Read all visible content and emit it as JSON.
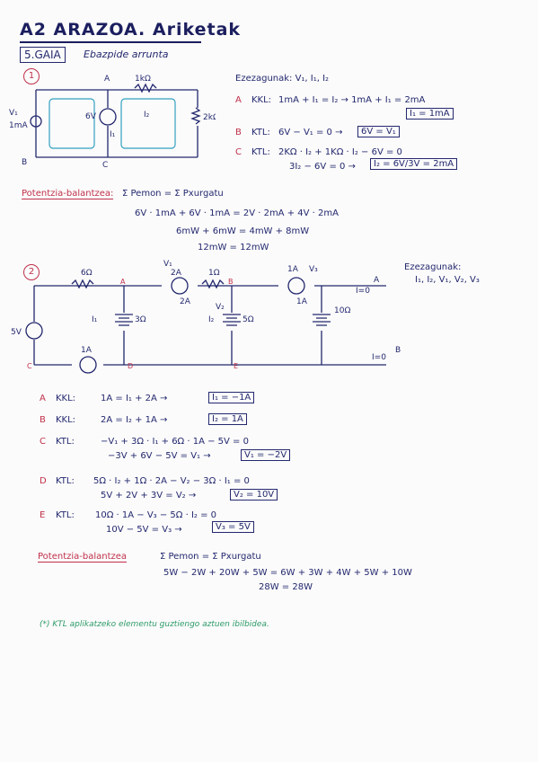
{
  "title": "A2 ARAZOA. Ariketak",
  "gaia": "5.GAIA",
  "subtitle": "Ebazpide arrunta",
  "p1": {
    "num": "1",
    "labels": {
      "nodeA": "A",
      "nodeB": "B",
      "nodeC": "C",
      "r1": "1kΩ",
      "r2": "2kΩ",
      "src": "6V",
      "i1": "I₁",
      "i2": "I₂",
      "v1": "V₁",
      "cur": "1mA"
    },
    "unknowns": "Ezezagunak: V₁, I₁, I₂",
    "eqA_node": "A",
    "eqA_type": "KKL:",
    "eqA": "1mA + I₁ = I₂  →  1mA + I₁ = 2mA",
    "eqA_res": "I₁ = 1mA",
    "eqB_node": "B",
    "eqB_type": "KTL:",
    "eqB": "6V − V₁ = 0  →",
    "eqB_res": "6V = V₁",
    "eqC_node": "C",
    "eqC_type": "KTL:",
    "eqC": "2KΩ · I₂ + 1KΩ · I₂ − 6V = 0",
    "eqC2": "3I₂ − 6V = 0  →",
    "eqC_res": "I₂ = 6V/3V = 2mA",
    "power_title": "Potentzia-balantzea:",
    "power_eq": "Σ Pemon = Σ Pxurgatu",
    "power1": "6V · 1mA + 6V · 1mA = 2V · 2mA + 4V · 2mA",
    "power2": "6mW + 6mW = 4mW + 8mW",
    "power3": "12mW = 12mW"
  },
  "p2": {
    "num": "2",
    "labels": {
      "r6": "6Ω",
      "r1": "1Ω",
      "r3": "3Ω",
      "r5": "5Ω",
      "r10": "10Ω",
      "src": "5V",
      "cs2a": "2A",
      "cs1a": "1A",
      "cs1b": "1A",
      "v1": "V₁",
      "v2": "V₂",
      "v3": "V₃",
      "i1": "I₁",
      "i2": "I₂",
      "a": "A",
      "b": "B",
      "i0a": "I=0",
      "i0b": "I=0",
      "nA": "A",
      "nB": "B",
      "nC": "C",
      "nD": "D",
      "nE": "E",
      "w2a": "2A",
      "w1a": "1A"
    },
    "unknowns_title": "Ezezagunak:",
    "unknowns": "I₁, I₂, V₁, V₂, V₃",
    "eqs": [
      {
        "node": "A",
        "type": "KKL:",
        "eq": "1A = I₁ + 2A  →",
        "res": "I₁ = −1A"
      },
      {
        "node": "B",
        "type": "KKL:",
        "eq": "2A = I₂ + 1A  →",
        "res": "I₂ = 1A"
      },
      {
        "node": "C",
        "type": "KTL:",
        "eq": "−V₁ + 3Ω · I₁ + 6Ω · 1A − 5V = 0",
        "eq2": "−3V + 6V − 5V = V₁  →",
        "res": "V₁ = −2V"
      },
      {
        "node": "D",
        "type": "KTL:",
        "eq": "5Ω · I₂ + 1Ω · 2A − V₂ − 3Ω · I₁ = 0",
        "eq2": "5V + 2V + 3V = V₂  →",
        "res": "V₂ = 10V"
      },
      {
        "node": "E",
        "type": "KTL:",
        "eq": "10Ω · 1A − V₃ − 5Ω · I₂ = 0",
        "eq2": "10V − 5V = V₃  →",
        "res": "V₃ = 5V"
      }
    ],
    "power_title": "Potentzia-balantzea",
    "power_eq": "Σ Pemon = Σ Pxurgatu",
    "power1": "5W − 2W + 20W + 5W = 6W + 3W + 4W + 5W + 10W",
    "power2": "28W = 28W"
  },
  "note": "(*) KTL aplikatzeko elementu guztiengo aztuen ibilbidea."
}
